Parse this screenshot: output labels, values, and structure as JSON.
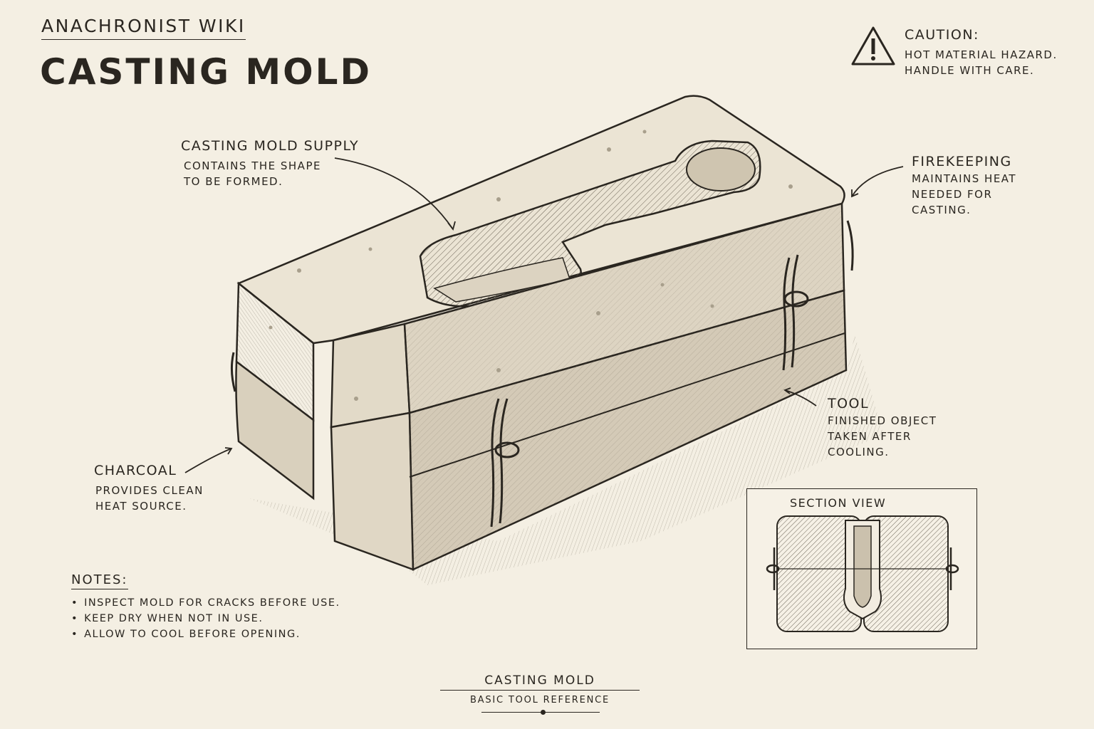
{
  "header": {
    "wiki_name": "ANACHRONIST WIKI",
    "page_title": "CASTING MOLD"
  },
  "caution": {
    "title": "CAUTION:",
    "lines": [
      "HOT MATERIAL HAZARD.",
      "HANDLE WITH CARE."
    ],
    "icon": "warning-triangle-icon"
  },
  "callouts": {
    "supply": {
      "title": "CASTING MOLD SUPPLY",
      "lines": [
        "CONTAINS THE SHAPE",
        "TO BE FORMED."
      ]
    },
    "firekeeping": {
      "title": "FIREKEEPING",
      "lines": [
        "MAINTAINS HEAT",
        "NEEDED FOR",
        "CASTING."
      ]
    },
    "tool": {
      "title": "TOOL",
      "lines": [
        "FINISHED OBJECT",
        "TAKEN AFTER",
        "COOLING."
      ]
    },
    "charcoal": {
      "title": "CHARCOAL",
      "lines": [
        "PROVIDES CLEAN",
        "HEAT SOURCE."
      ]
    }
  },
  "notes": {
    "title": "NOTES:",
    "items": [
      "INSPECT MOLD FOR CRACKS BEFORE USE.",
      "KEEP DRY WHEN NOT IN USE.",
      "ALLOW TO COOL BEFORE OPENING."
    ]
  },
  "section_view": {
    "title": "SECTION VIEW"
  },
  "footer": {
    "title": "CASTING MOLD",
    "subtitle": "BASIC TOOL REFERENCE"
  },
  "colors": {
    "paper": "#f4efe3",
    "ink": "#2a2620",
    "stone": "#e8e1d1",
    "stone_shade": "#d2c9b6"
  }
}
